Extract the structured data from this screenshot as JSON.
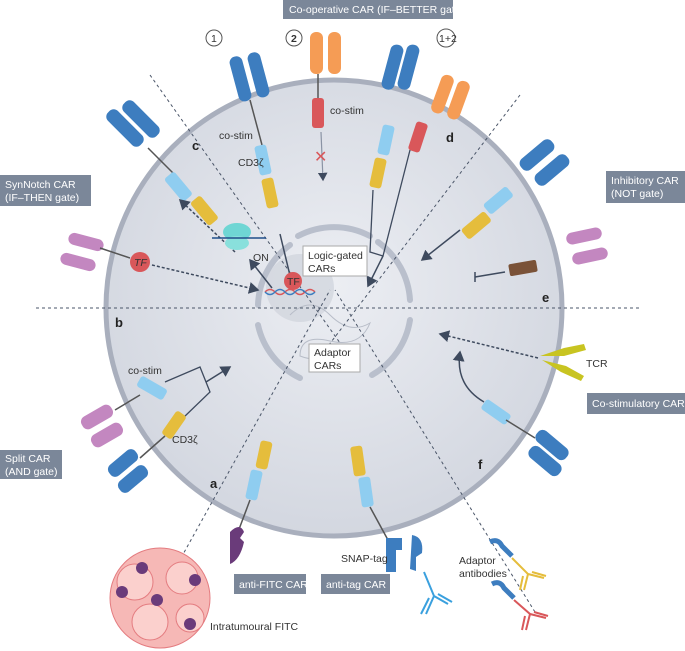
{
  "colors": {
    "label_box": "#7b8799",
    "cell": "#dfe2ea",
    "cell_border": "#a9afbd",
    "scfv_blue": "#3d7dbf",
    "scfv_orange": "#f59c55",
    "scfv_purple": "#c387c0",
    "costim_light": "#8fcdf0",
    "cd3z": "#e5bd3c",
    "costim_red": "#d9575a",
    "inhibitory_brown": "#7a5238",
    "tcr": "#c8c421",
    "tumour": "#f6b8b6",
    "fitc": "#6a3b7a"
  },
  "boxes": {
    "cooperative": "Co-operative CAR (IF–BETTER gate)",
    "synnotch": [
      "SynNotch CAR",
      "(IF–THEN gate)"
    ],
    "inhibitory": [
      "Inhibitory CAR",
      "(NOT gate)"
    ],
    "costimulatory": "Co-stimulatory CAR",
    "split": [
      "Split CAR",
      "(AND gate)"
    ],
    "anti_fitc": "anti-FITC CAR",
    "anti_tag": "anti-tag CAR",
    "logic_gated": [
      "Logic-gated",
      "CARs"
    ],
    "adaptor": [
      "Adaptor",
      "CARs"
    ]
  },
  "labels": {
    "costim": "co-stim",
    "cd3z": "CD3ζ",
    "on": "ON",
    "tf": "TF",
    "tcr": "TCR",
    "snap_tag": "SNAP-tag",
    "adaptor_antibodies": [
      "Adaptor",
      "antibodies"
    ],
    "intratumoural_fitc": "Intratumoural FITC",
    "circled": [
      "1",
      "2",
      "1+2"
    ]
  },
  "panel_letters": [
    "a",
    "b",
    "c",
    "d",
    "e",
    "f"
  ]
}
